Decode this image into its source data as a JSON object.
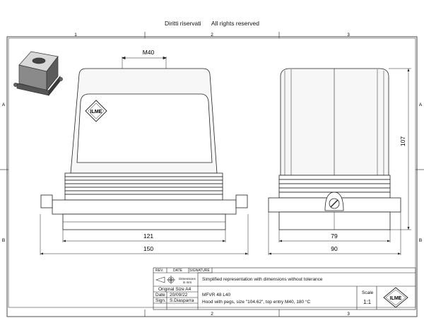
{
  "header": {
    "rights_it": "Diritti riservati",
    "rights_en": "All rights reserved"
  },
  "grid": {
    "columns": [
      "1",
      "2",
      "3"
    ],
    "rows": [
      "A",
      "B"
    ]
  },
  "dimensions": {
    "entry": "M40",
    "width_inner": "121",
    "width_outer": "150",
    "depth_inner": "79",
    "depth_outer": "90",
    "height": "107"
  },
  "title_block": {
    "rev_label": "REV.",
    "date_label": "DATE",
    "signature_label": "SIGNATURE",
    "dimensions_label": "Dimensions in mm",
    "note": "Simplified representation with dimensions without tolerance",
    "size_label": "Original Size A4",
    "date_row_label": "Date",
    "date_value": "20/09/22",
    "sign_label": "Sign.",
    "sign_value": "S.Diasparra",
    "part_code": "MFVR 48 L40",
    "description": "Hood with pegs, size \"104.62\", top entry M40, 180 °C",
    "scale_label": "Scale",
    "scale_value": "1:1",
    "brand": "ILME"
  },
  "colors": {
    "line": "#222222",
    "hood_fill": "#f7f7f7"
  }
}
